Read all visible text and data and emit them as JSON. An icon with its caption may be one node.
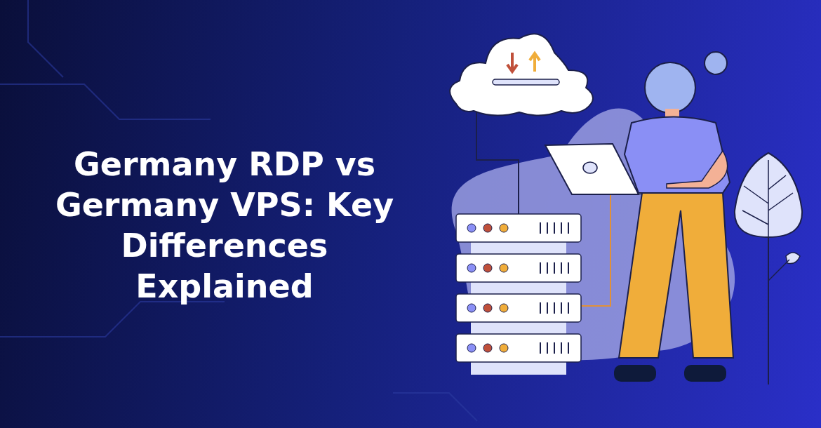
{
  "diagram": {
    "title": "Germany RDP vs Germany VPS: Key Differences Explained",
    "nodes": [
      {
        "text": [],
        "shape": "cloud"
      },
      {
        "text": [],
        "shape": "picture"
      },
      {
        "text": [],
        "shape": "picture"
      }
    ],
    "edges": [
      {
        "from": 0,
        "to": 2,
        "arrow": "none"
      },
      {
        "from": 1,
        "to": 2,
        "arrow": "none",
        "color": "#e0903a"
      }
    ]
  }
}
